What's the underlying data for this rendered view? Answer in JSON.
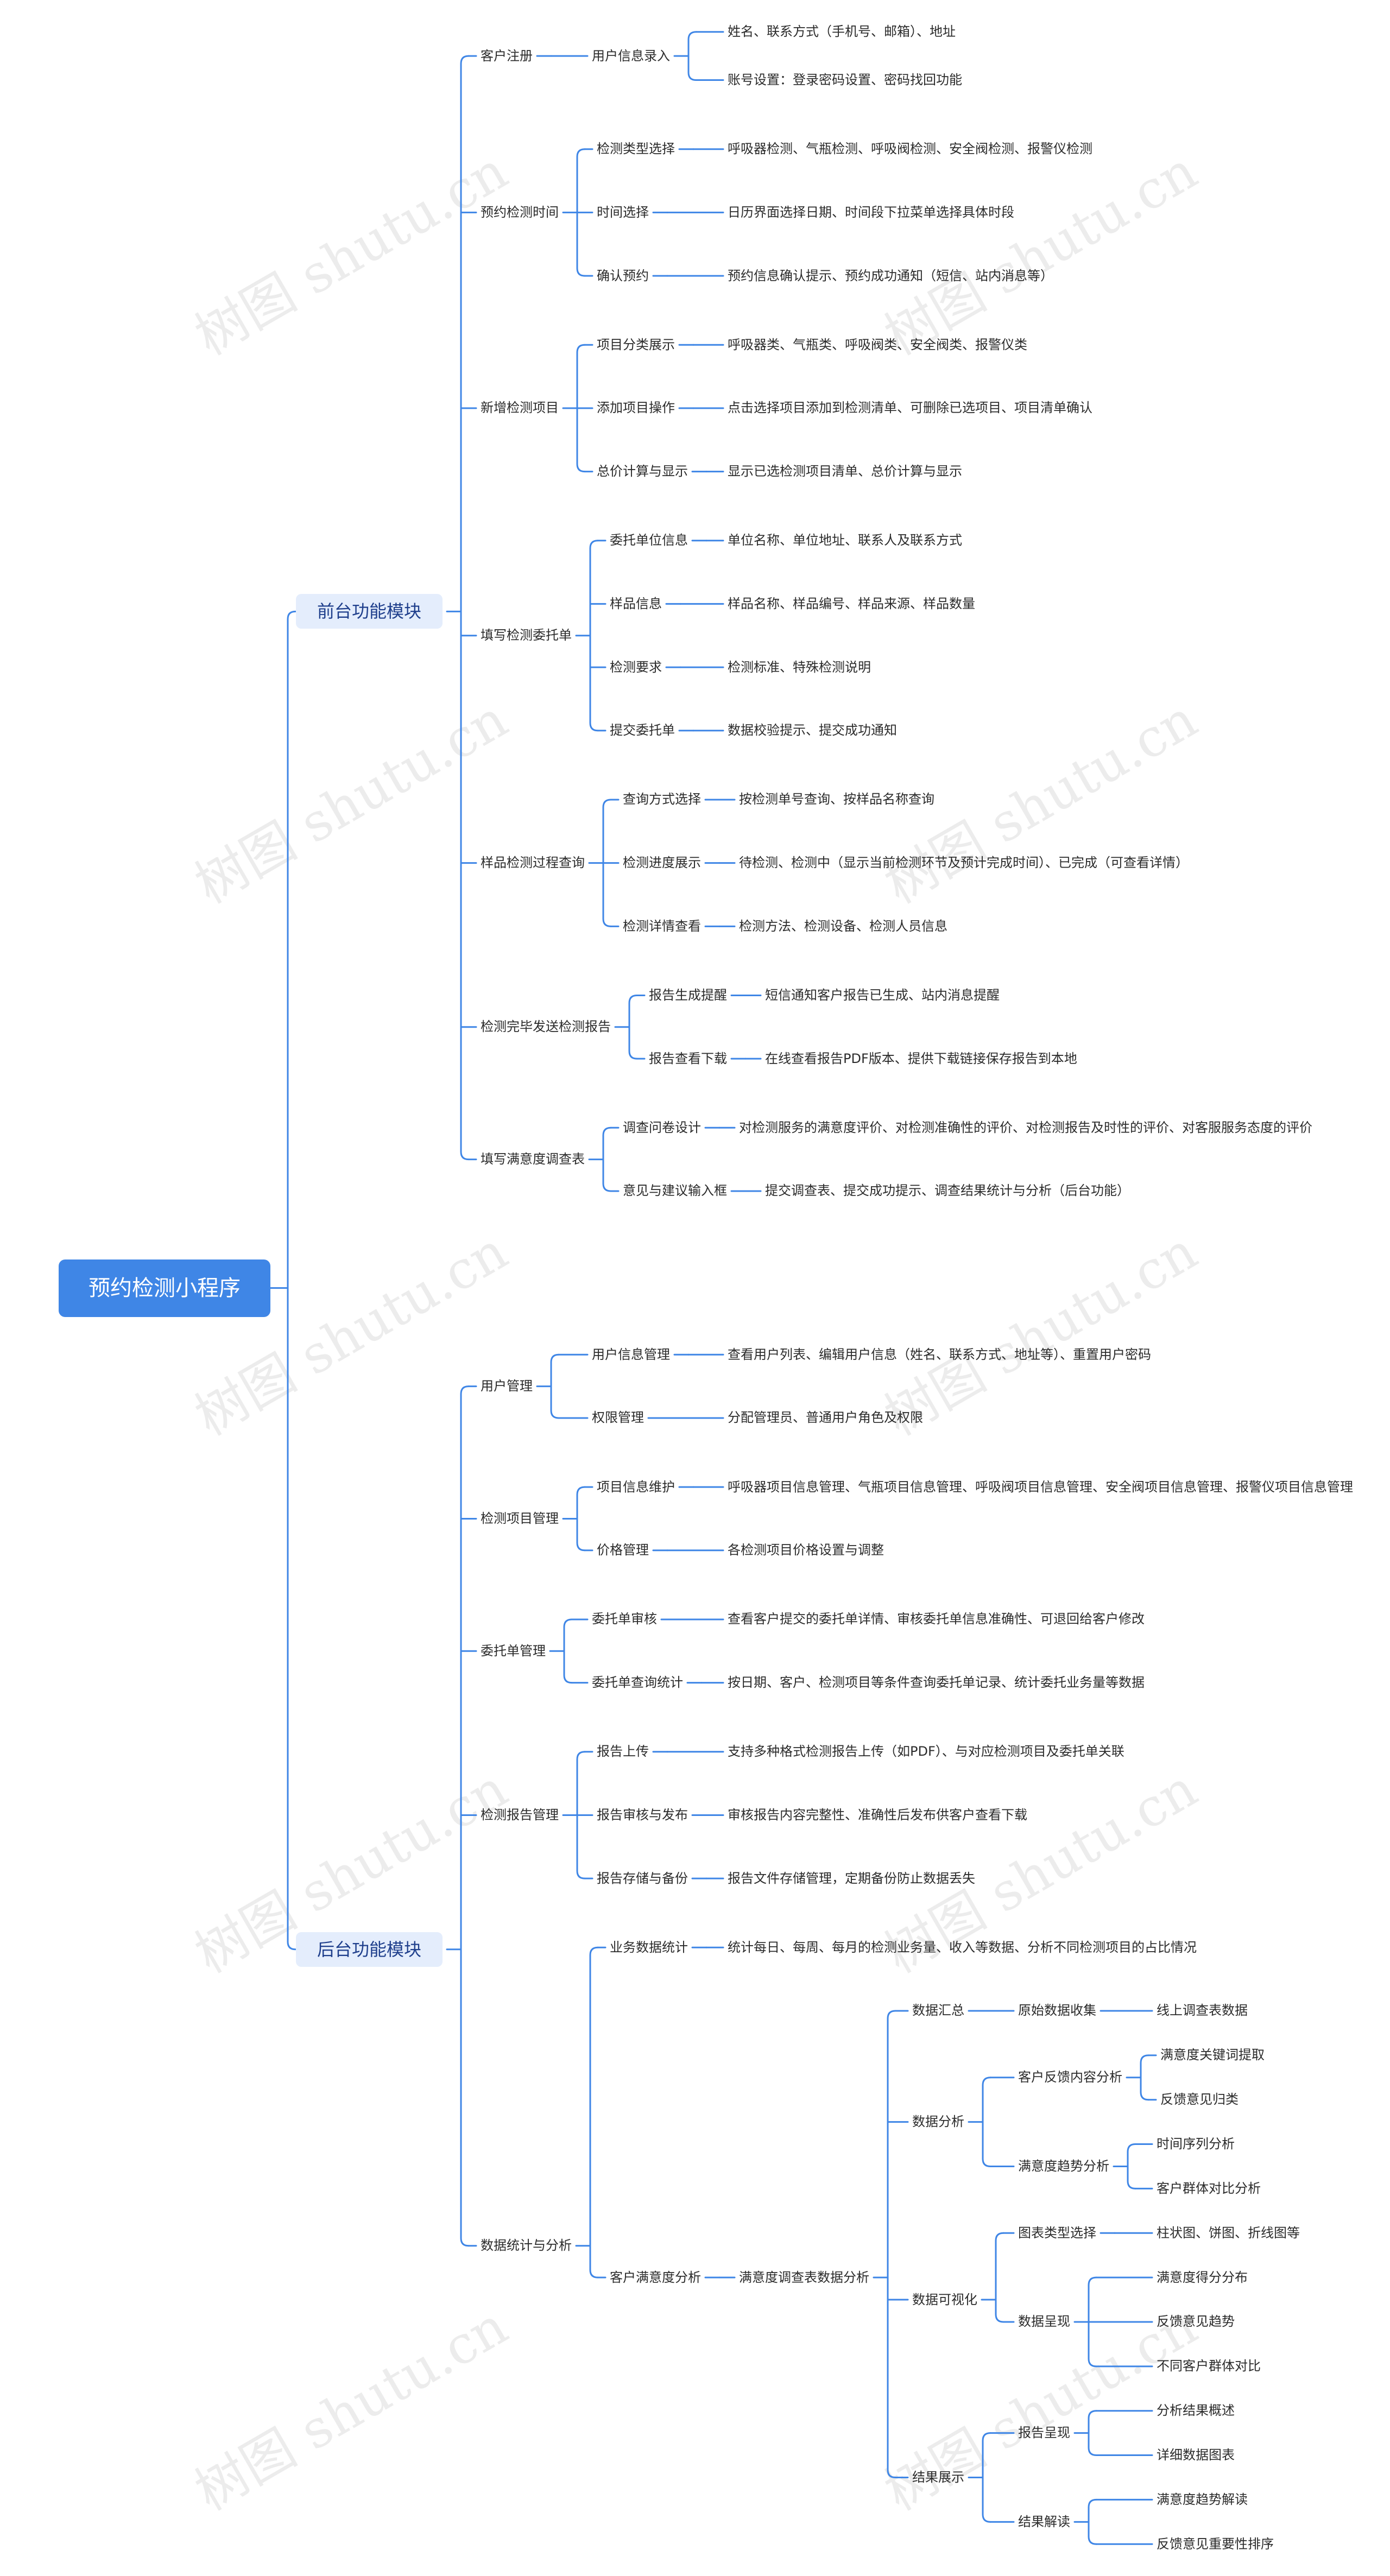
{
  "watermark": "树图 shutu.cn",
  "line_color": "#3f86e6",
  "root": {
    "label": "预约检测小程序",
    "children": [
      {
        "label": "前台功能模块",
        "children": [
          {
            "label": "客户注册",
            "children": [
              {
                "label": "用户信息录入",
                "children": [
                  {
                    "label": "姓名、联系方式（手机号、邮箱）、地址"
                  },
                  {
                    "label": "账号设置：登录密码设置、密码找回功能"
                  }
                ]
              }
            ]
          },
          {
            "label": "预约检测时间",
            "children": [
              {
                "label": "检测类型选择",
                "children": [
                  {
                    "label": "呼吸器检测、气瓶检测、呼吸阀检测、安全阀检测、报警仪检测"
                  }
                ]
              },
              {
                "label": "时间选择",
                "children": [
                  {
                    "label": "日历界面选择日期、时间段下拉菜单选择具体时段"
                  }
                ]
              },
              {
                "label": "确认预约",
                "children": [
                  {
                    "label": "预约信息确认提示、预约成功通知（短信、站内消息等）"
                  }
                ]
              }
            ]
          },
          {
            "label": "新增检测项目",
            "children": [
              {
                "label": "项目分类展示",
                "children": [
                  {
                    "label": "呼吸器类、气瓶类、呼吸阀类、安全阀类、报警仪类"
                  }
                ]
              },
              {
                "label": "添加项目操作",
                "children": [
                  {
                    "label": "点击选择项目添加到检测清单、可删除已选项目、项目清单确认"
                  }
                ]
              },
              {
                "label": "总价计算与显示",
                "children": [
                  {
                    "label": "显示已选检测项目清单、总价计算与显示"
                  }
                ]
              }
            ]
          },
          {
            "label": "填写检测委托单",
            "children": [
              {
                "label": "委托单位信息",
                "children": [
                  {
                    "label": "单位名称、单位地址、联系人及联系方式"
                  }
                ]
              },
              {
                "label": "样品信息",
                "children": [
                  {
                    "label": "样品名称、样品编号、样品来源、样品数量"
                  }
                ]
              },
              {
                "label": "检测要求",
                "children": [
                  {
                    "label": "检测标准、特殊检测说明"
                  }
                ]
              },
              {
                "label": "提交委托单",
                "children": [
                  {
                    "label": "数据校验提示、提交成功通知"
                  }
                ]
              }
            ]
          },
          {
            "label": "样品检测过程查询",
            "children": [
              {
                "label": "查询方式选择",
                "children": [
                  {
                    "label": "按检测单号查询、按样品名称查询"
                  }
                ]
              },
              {
                "label": "检测进度展示",
                "children": [
                  {
                    "label": "待检测、检测中（显示当前检测环节及预计完成时间）、已完成（可查看详情）"
                  }
                ]
              },
              {
                "label": "检测详情查看",
                "children": [
                  {
                    "label": "检测方法、检测设备、检测人员信息"
                  }
                ]
              }
            ]
          },
          {
            "label": "检测完毕发送检测报告",
            "children": [
              {
                "label": "报告生成提醒",
                "children": [
                  {
                    "label": "短信通知客户报告已生成、站内消息提醒"
                  }
                ]
              },
              {
                "label": "报告查看下载",
                "children": [
                  {
                    "label": "在线查看报告PDF版本、提供下载链接保存报告到本地"
                  }
                ]
              }
            ]
          },
          {
            "label": "填写满意度调查表",
            "children": [
              {
                "label": "调查问卷设计",
                "children": [
                  {
                    "label": "对检测服务的满意度评价、对检测准确性的评价、对检测报告及时性的评价、对客服服务态度的评价"
                  }
                ]
              },
              {
                "label": "意见与建议输入框",
                "children": [
                  {
                    "label": "提交调查表、提交成功提示、调查结果统计与分析（后台功能）"
                  }
                ]
              }
            ]
          }
        ]
      },
      {
        "label": "后台功能模块",
        "children": [
          {
            "label": "用户管理",
            "children": [
              {
                "label": "用户信息管理",
                "children": [
                  {
                    "label": "查看用户列表、编辑用户信息（姓名、联系方式、地址等）、重置用户密码"
                  }
                ]
              },
              {
                "label": "权限管理",
                "children": [
                  {
                    "label": "分配管理员、普通用户角色及权限"
                  }
                ]
              }
            ]
          },
          {
            "label": "检测项目管理",
            "children": [
              {
                "label": "项目信息维护",
                "children": [
                  {
                    "label": "呼吸器项目信息管理、气瓶项目信息管理、呼吸阀项目信息管理、安全阀项目信息管理、报警仪项目信息管理"
                  }
                ]
              },
              {
                "label": "价格管理",
                "children": [
                  {
                    "label": "各检测项目价格设置与调整"
                  }
                ]
              }
            ]
          },
          {
            "label": "委托单管理",
            "children": [
              {
                "label": "委托单审核",
                "children": [
                  {
                    "label": "查看客户提交的委托单详情、审核委托单信息准确性、可退回给客户修改"
                  }
                ]
              },
              {
                "label": "委托单查询统计",
                "children": [
                  {
                    "label": "按日期、客户、检测项目等条件查询委托单记录、统计委托业务量等数据"
                  }
                ]
              }
            ]
          },
          {
            "label": "检测报告管理",
            "children": [
              {
                "label": "报告上传",
                "children": [
                  {
                    "label": "支持多种格式检测报告上传（如PDF）、与对应检测项目及委托单关联"
                  }
                ]
              },
              {
                "label": "报告审核与发布",
                "children": [
                  {
                    "label": "审核报告内容完整性、准确性后发布供客户查看下载"
                  }
                ]
              },
              {
                "label": "报告存储与备份",
                "children": [
                  {
                    "label": "报告文件存储管理，定期备份防止数据丢失"
                  }
                ]
              }
            ]
          },
          {
            "label": "数据统计与分析",
            "children": [
              {
                "label": "业务数据统计",
                "children": [
                  {
                    "label": "统计每日、每周、每月的检测业务量、收入等数据、分析不同检测项目的占比情况"
                  }
                ]
              },
              {
                "label": "客户满意度分析",
                "children": [
                  {
                    "label": "满意度调查表数据分析",
                    "children": [
                      {
                        "label": "数据汇总",
                        "children": [
                          {
                            "label": "原始数据收集",
                            "children": [
                              {
                                "label": "线上调查表数据"
                              }
                            ]
                          }
                        ]
                      },
                      {
                        "label": "数据分析",
                        "children": [
                          {
                            "label": "客户反馈内容分析",
                            "children": [
                              {
                                "label": "满意度关键词提取"
                              },
                              {
                                "label": "反馈意见归类"
                              }
                            ]
                          },
                          {
                            "label": "满意度趋势分析",
                            "children": [
                              {
                                "label": "时间序列分析"
                              },
                              {
                                "label": "客户群体对比分析"
                              }
                            ]
                          }
                        ]
                      },
                      {
                        "label": "数据可视化",
                        "children": [
                          {
                            "label": "图表类型选择",
                            "children": [
                              {
                                "label": "柱状图、饼图、折线图等"
                              }
                            ]
                          },
                          {
                            "label": "数据呈现",
                            "children": [
                              {
                                "label": "满意度得分分布"
                              },
                              {
                                "label": "反馈意见趋势"
                              },
                              {
                                "label": "不同客户群体对比"
                              }
                            ]
                          }
                        ]
                      },
                      {
                        "label": "结果展示",
                        "children": [
                          {
                            "label": "报告呈现",
                            "children": [
                              {
                                "label": "分析结果概述"
                              },
                              {
                                "label": "详细数据图表"
                              }
                            ]
                          },
                          {
                            "label": "结果解读",
                            "children": [
                              {
                                "label": "满意度趋势解读"
                              },
                              {
                                "label": "反馈意见重要性排序"
                              }
                            ]
                          }
                        ]
                      }
                    ]
                  }
                ]
              }
            ]
          }
        ]
      }
    ]
  }
}
